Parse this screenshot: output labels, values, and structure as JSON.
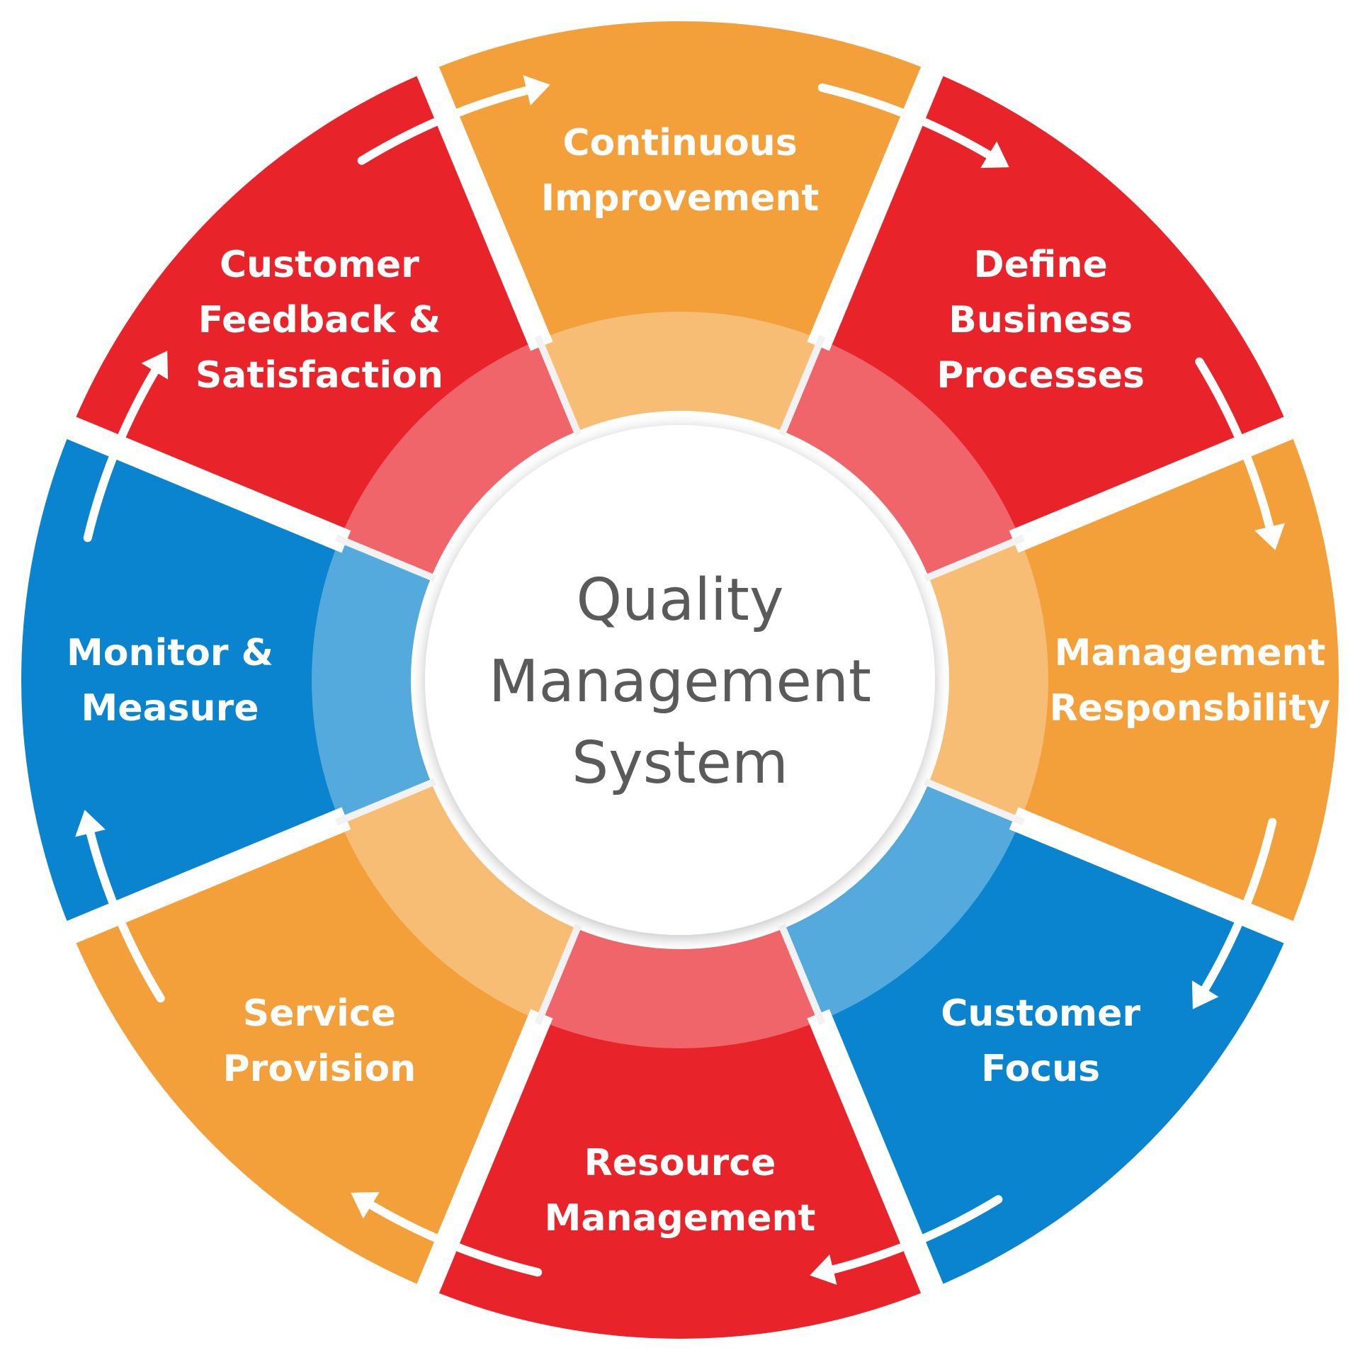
{
  "center": {
    "title_lines": [
      "Quality",
      "Management",
      "System"
    ]
  },
  "segments": [
    {
      "id": "continuous-improvement",
      "lines": [
        "Continuous",
        "Improvement"
      ],
      "color": "#F4A03A"
    },
    {
      "id": "define-business-processes",
      "lines": [
        "Define",
        "Business",
        "Processes"
      ],
      "color": "#E8232A"
    },
    {
      "id": "management-responsibility",
      "lines": [
        "Management",
        "Responsbility"
      ],
      "color": "#F4A03A"
    },
    {
      "id": "customer-focus",
      "lines": [
        "Customer",
        "Focus"
      ],
      "color": "#0A84CF"
    },
    {
      "id": "resource-management",
      "lines": [
        "Resource",
        "Management"
      ],
      "color": "#E8232A"
    },
    {
      "id": "service-provision",
      "lines": [
        "Service",
        "Provision"
      ],
      "color": "#F4A03A"
    },
    {
      "id": "monitor-measure",
      "lines": [
        "Monitor &",
        "Measure"
      ],
      "color": "#0A84CF"
    },
    {
      "id": "customer-feedback-satisfaction",
      "lines": [
        "Customer",
        "Feedback &",
        "Satisfaction"
      ],
      "color": "#E8232A"
    }
  ],
  "colors": {
    "orange": "#F4A03A",
    "red": "#E8232A",
    "blue": "#0A84CF",
    "arrow": "#ffffff",
    "center_text": "#5a5a5a"
  }
}
